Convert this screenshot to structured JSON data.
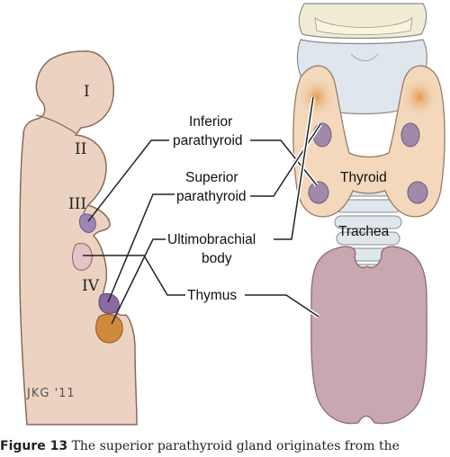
{
  "arches": {
    "i": "I",
    "ii": "II",
    "iii": "III",
    "iv": "IV"
  },
  "labels": {
    "inferior_line1": "Inferior",
    "inferior_line2": "parathyroid",
    "superior_line1": "Superior",
    "superior_line2": "parathyroid",
    "ultimo_line1": "Ultimobrachial",
    "ultimo_line2": "body",
    "thymus": "Thymus",
    "thyroid": "Thyroid",
    "trachea": "Trachea"
  },
  "signature": "JKG '11",
  "caption": {
    "label": "Figure 13",
    "text": "The superior parathyroid gland originates from the"
  },
  "colors": {
    "tissue": "#ecd3c1",
    "tissue_outline": "#8a6a5a",
    "thyroid": "#f3d8bc",
    "thyroid_shade": "#e8a060",
    "cartilage": "#dfe6ee",
    "parathyroid": "#9c86b4",
    "thymus": "#c9a7b1",
    "ultimobrachial": "#d08a3c"
  }
}
